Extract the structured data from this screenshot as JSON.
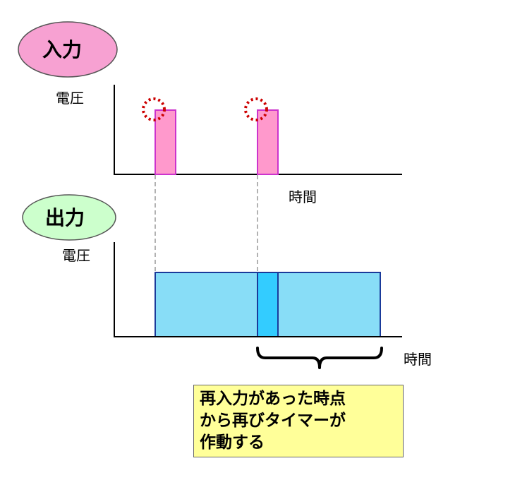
{
  "input_section": {
    "badge_label": "入力",
    "y_label": "電圧",
    "x_label": "時間",
    "colors": {
      "badge": "#f7a1d2",
      "pulse_fill": "#ff99cc",
      "pulse_stroke": "#cc33cc",
      "marker": "#cc0000"
    }
  },
  "output_section": {
    "badge_label": "出力",
    "y_label": "電圧",
    "x_label": "時間",
    "colors": {
      "badge": "#ccffcc",
      "block_fill": "#88ddf7",
      "block_stroke": "#1a3a9a",
      "overlap_fill": "#33ccff"
    }
  },
  "note": {
    "lines": [
      "再入力があった時点",
      "から再びタイマーが",
      "作動する"
    ],
    "background": "#ffff99"
  }
}
